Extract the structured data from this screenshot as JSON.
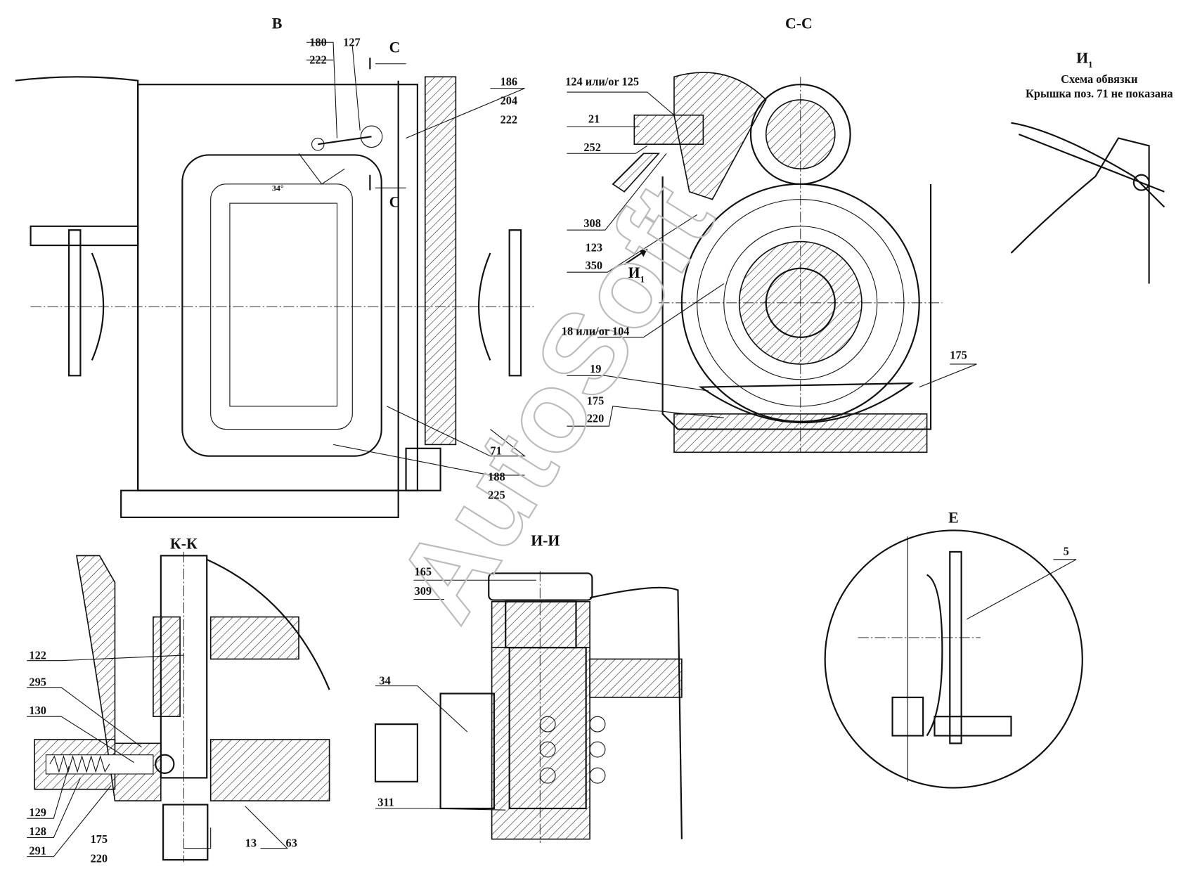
{
  "titles": {
    "view_b": "B",
    "section_cc": "C-C",
    "view_i1": "И",
    "view_i1_sub": "1",
    "i1_line1": "Схема обвязки",
    "i1_line2": "Крышка поз. 71 не показана",
    "section_kk": "К-К",
    "section_ii": "И-И",
    "view_e": "E"
  },
  "view_b": {
    "l180": "180",
    "l222a": "222",
    "l127": "127",
    "cut_top": "C",
    "cut_bottom": "C",
    "l186": "186",
    "l204": "204",
    "l222b": "222",
    "angle": "34°",
    "l71": "71",
    "l188": "188",
    "l225": "225"
  },
  "section_cc": {
    "l124": "124 или/or 125",
    "l21": "21",
    "l252": "252",
    "l308": "308",
    "l123": "123",
    "l350": "350",
    "arrow_i": "И",
    "arrow_i_sub": "1",
    "l18": "18 или/or 104",
    "l19": "19",
    "l175a": "175",
    "l220": "220",
    "l175b": "175"
  },
  "section_kk": {
    "l122": "122",
    "l295": "295",
    "l130": "130",
    "l129": "129",
    "l128": "128",
    "l291": "291",
    "l175": "175",
    "l220": "220",
    "l13": "13",
    "l63": "63"
  },
  "section_ii": {
    "l165": "165",
    "l309": "309",
    "l34": "34",
    "l311": "311"
  },
  "view_e": {
    "l5": "5"
  },
  "watermark": "AutoSoft"
}
